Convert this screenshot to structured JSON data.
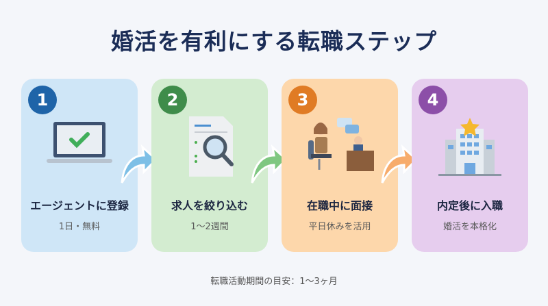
{
  "title": "婚活を有利にする転職ステップ",
  "steps": [
    {
      "number": "1",
      "title": "エージェントに登録",
      "subtitle": "1日・無料",
      "icon": "laptop-check-icon",
      "bg": "#cfe6f7",
      "badge": "#1f64a8"
    },
    {
      "number": "2",
      "title": "求人を絞り込む",
      "subtitle": "1〜2週間",
      "icon": "document-search-icon",
      "bg": "#d3ecd0",
      "badge": "#3f8c4a"
    },
    {
      "number": "3",
      "title": "在職中に面接",
      "subtitle": "平日休みを活用",
      "icon": "interview-icon",
      "bg": "#fdd7ab",
      "badge": "#e07b24"
    },
    {
      "number": "4",
      "title": "内定後に入職",
      "subtitle": "婚活を本格化",
      "icon": "office-building-star-icon",
      "bg": "#e6cdee",
      "badge": "#8c4fa8"
    }
  ],
  "footer": "転職活動期間の目安：1〜3ヶ月"
}
